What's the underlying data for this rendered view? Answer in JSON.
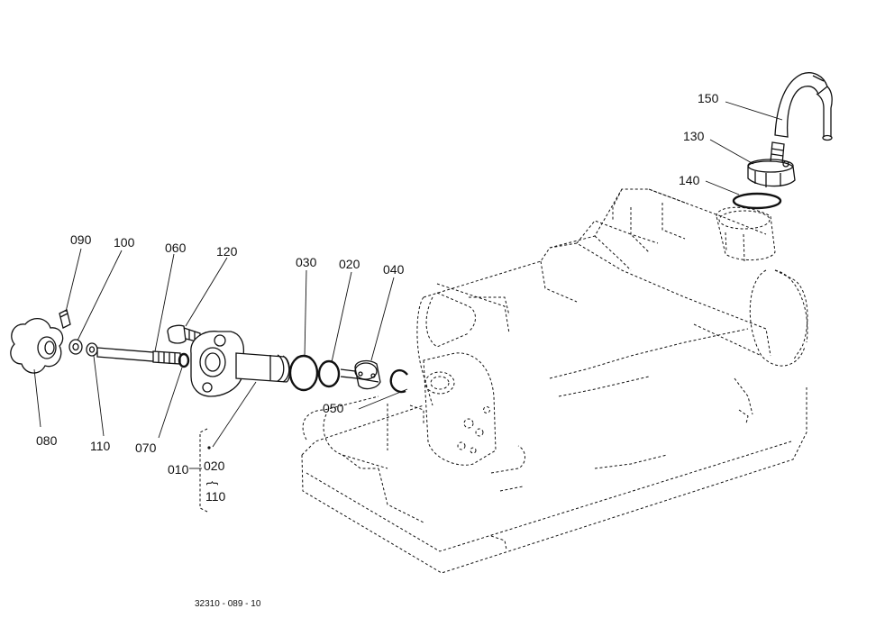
{
  "callouts": {
    "p150": "150",
    "p130": "130",
    "p140": "140",
    "p090": "090",
    "p100": "100",
    "p060": "060",
    "p120": "120",
    "p030": "030",
    "p020": "020",
    "p040": "040",
    "p050": "050",
    "p080": "080",
    "p110": "110",
    "p070": "070"
  },
  "assembly": {
    "prefix": "010",
    "first": "020",
    "sep": "{",
    "last": "110"
  },
  "drawing_number": "32310 - 089 - 10"
}
